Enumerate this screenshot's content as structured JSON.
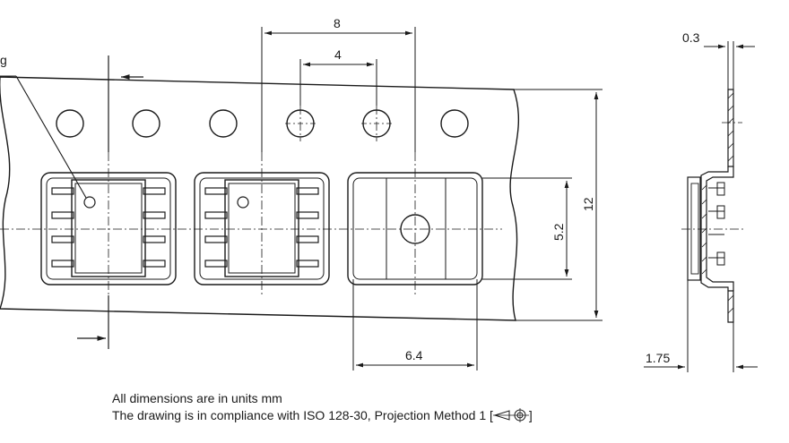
{
  "labels": {
    "pin1_marking_fragment": "g",
    "dim_pitch": "8",
    "dim_hole_pitch": "4",
    "dim_tape_width": "12",
    "dim_pocket_height": "5.2",
    "dim_pocket_width": "6.4",
    "dim_tape_thickness": "0.3",
    "dim_pocket_depth": "1.75"
  },
  "notes": {
    "units": "All dimensions are in units mm",
    "compliance_prefix": "The drawing is in compliance with ISO 128-30, Projection Method 1 [",
    "compliance_suffix": "]"
  },
  "icons": {
    "projection_method": "first-angle-projection-icon"
  }
}
